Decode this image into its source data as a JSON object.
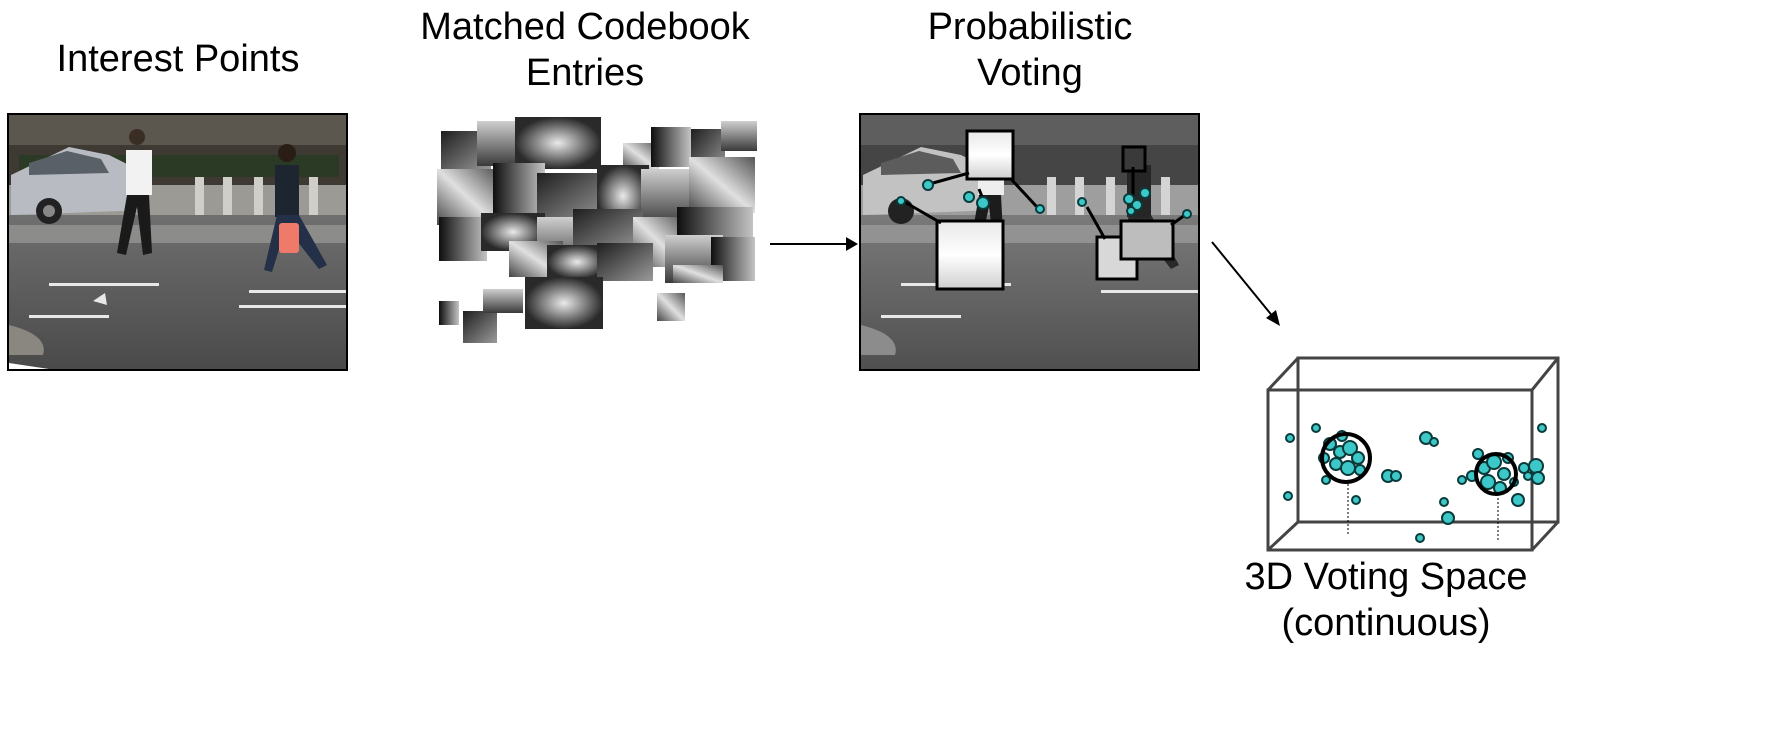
{
  "panels": {
    "interest_points": {
      "title": "Interest Points"
    },
    "codebook": {
      "title_line1": "Matched Codebook",
      "title_line2": "Entries"
    },
    "voting": {
      "title_line1": "Probabilistic",
      "title_line2": "Voting"
    },
    "voting_space": {
      "title_line1": "3D Voting Space",
      "title_line2": "(continuous)"
    }
  },
  "colors": {
    "vote_fill": "#3cc8c8",
    "vote_stroke": "#0a3a3a",
    "frame": "#000000"
  }
}
